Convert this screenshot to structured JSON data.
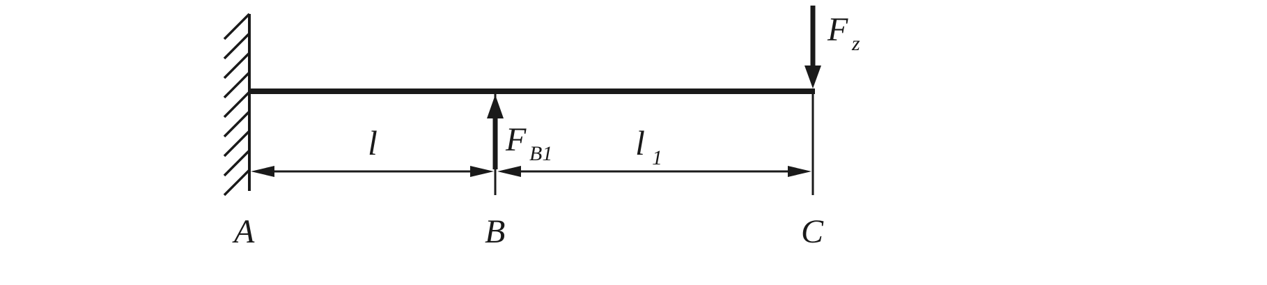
{
  "diagram": {
    "kind": "cantilever-beam-force-diagram",
    "points": {
      "A": "A",
      "B": "B",
      "C": "C"
    },
    "forces": {
      "fb1": {
        "symbol": "F",
        "subscript": "B1",
        "direction": "up",
        "at": "B"
      },
      "fz": {
        "symbol": "F",
        "subscript": "z",
        "direction": "down",
        "at": "C"
      }
    },
    "dimensions": {
      "ab": {
        "symbol": "l",
        "from": "A",
        "to": "B"
      },
      "bc": {
        "symbol": "l",
        "subscript": "1",
        "from": "B",
        "to": "C"
      }
    }
  }
}
